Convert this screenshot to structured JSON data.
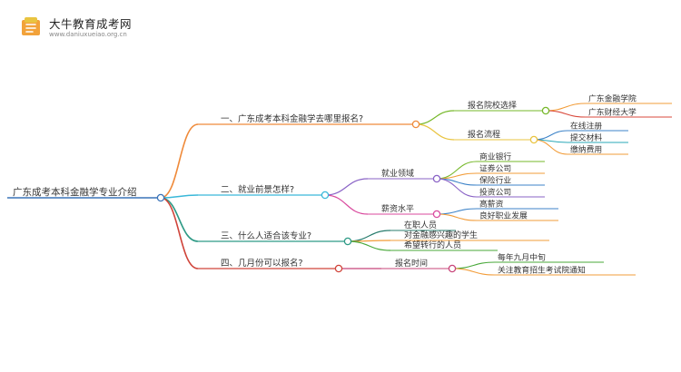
{
  "header": {
    "site_name": "大牛教育成考网",
    "site_url": "www.daniuxueiao.org.cn"
  },
  "mindmap": {
    "root": "广东成考本科金融学专业介绍",
    "branches": [
      {
        "label": "一、广东成考本科金融学去哪里报名?",
        "color": "#ef8a3a",
        "children": [
          {
            "label": "报名院校选择",
            "color": "#76b82a",
            "leaves": [
              {
                "label": "广东金融学院",
                "color": "#f29c38"
              },
              {
                "label": "广东财经大学",
                "color": "#d94a3d"
              }
            ]
          },
          {
            "label": "报名流程",
            "color": "#e9c440",
            "leaves": [
              {
                "label": "在线注册",
                "color": "#3d83c8"
              },
              {
                "label": "提交材料",
                "color": "#2aa8b8"
              },
              {
                "label": "缴纳费用",
                "color": "#f29c38"
              }
            ]
          }
        ]
      },
      {
        "label": "二、就业前景怎样?",
        "color": "#3ab8d9",
        "children": [
          {
            "label": "就业领域",
            "color": "#8a63c6",
            "leaves": [
              {
                "label": "商业银行",
                "color": "#76b82a"
              },
              {
                "label": "证券公司",
                "color": "#f29c38"
              },
              {
                "label": "保险行业",
                "color": "#3d83c8"
              },
              {
                "label": "投资公司",
                "color": "#8a63c6"
              }
            ]
          },
          {
            "label": "薪资水平",
            "color": "#d94a9e",
            "leaves": [
              {
                "label": "高薪资",
                "color": "#3d83c8"
              },
              {
                "label": "良好职业发展",
                "color": "#f29c38"
              }
            ]
          }
        ]
      },
      {
        "label": "三、什么人适合该专业?",
        "color": "#2e9a86",
        "children": [
          {
            "label": "在职人员",
            "color": "#2a7d6e",
            "leaves": []
          },
          {
            "label": "对金融感兴趣的学生",
            "color": "#f29c38",
            "leaves": []
          },
          {
            "label": "希望转行的人员",
            "color": "#48a83a",
            "leaves": []
          }
        ]
      },
      {
        "label": "四、几月份可以报名?",
        "color": "#d0443a",
        "children": [
          {
            "label": "报名时间",
            "color": "#c8457a",
            "leaves": [
              {
                "label": "每年九月中旬",
                "color": "#48a83a"
              },
              {
                "label": "关注教育招生考试院通知",
                "color": "#f29c38"
              }
            ]
          }
        ]
      }
    ]
  }
}
